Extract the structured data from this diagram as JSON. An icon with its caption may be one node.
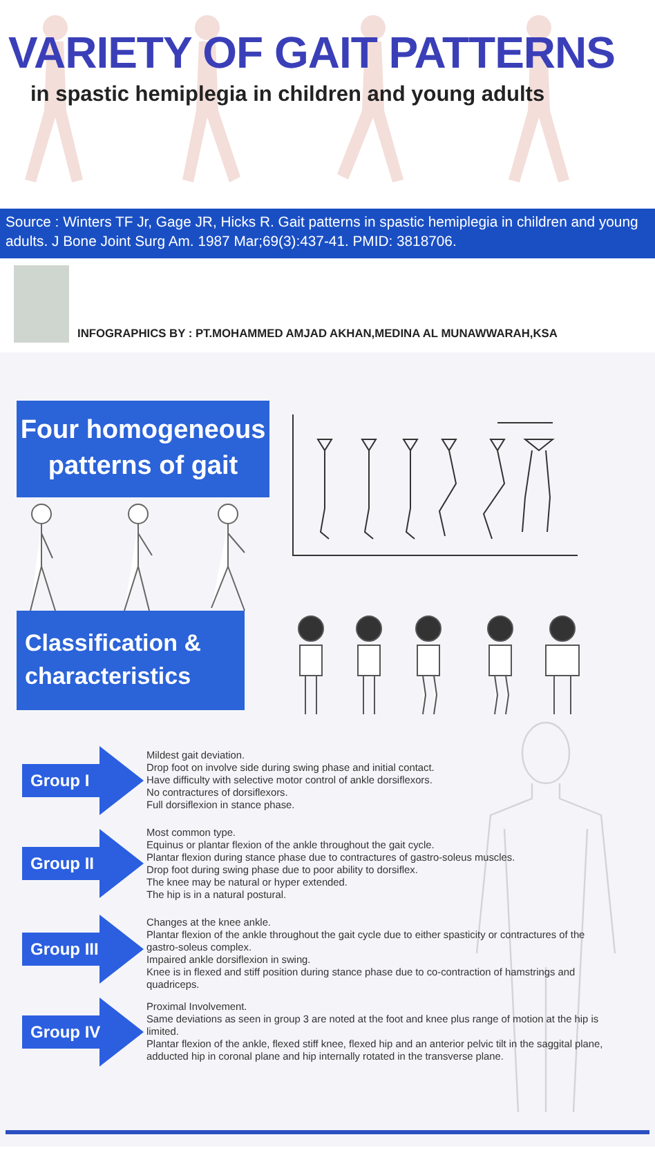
{
  "diagram": {
    "title": "VARIETY OF GAIT PATTERNS",
    "nodes": [
      {
        "text": [
          "Four homogeneous patterns of gait"
        ]
      },
      {
        "text": [
          "Classification & characteristics"
        ]
      },
      {
        "text": [
          "Group I"
        ],
        "beside": [
          "Mildest gait deviation.",
          "Drop foot on involve side during swing phase and initial contact.",
          "Have difficulty with selective motor control of ankle dorsiflexors.",
          "No contractures of dorsiflexors.",
          "Full dorsiflexion in stance phase."
        ]
      },
      {
        "text": [
          "Group II"
        ],
        "beside": [
          "Most common type.",
          "Equinus or plantar flexion of the ankle throughout the gait cycle.",
          "Plantar flexion during stance phase due to contractures of gastro-soleus muscles.",
          "Drop foot during swing phase due to poor ability to dorsiflex.",
          "The knee may be natural or hyper extended.",
          "The hip is in a natural postural."
        ]
      },
      {
        "text": [
          "Group III"
        ],
        "beside": [
          "Changes at the knee ankle.",
          "Plantar flexion of the ankle throughout the gait cycle due to either spasticity or contractures of the gastro-soleus complex.",
          "Impaired ankle dorsiflexion in swing.",
          "Knee is in flexed and stiff position during stance phase due to co-contraction of hamstrings and quadriceps."
        ]
      },
      {
        "text": [
          "Group IV"
        ],
        "beside": [
          "Proximal Involvement.",
          "Same deviations as seen in group 3 are noted at the foot and knee plus range of motion at the hip is limited.",
          "Plantar flexion of the ankle, flexed stiff knee, flexed hip and an anterior pelvic tilt in the saggital plane, adducted hip in coronal plane and hip internally rotated in the transverse plane."
        ]
      }
    ],
    "labels": [
      "in spastic hemiplegia in children and young adults",
      "Source : Winters TF Jr, Gage JR, Hicks R. Gait patterns in spastic hemiplegia in children and young adults. J Bone Joint Surg Am. 1987 Mar;69(3):437-41. PMID: 3818706.",
      "INFOGRAPHICS BY : PT.MOHAMMED AMJAD AKHAN,MEDINA AL MUNAWWARAH,KSA"
    ]
  }
}
